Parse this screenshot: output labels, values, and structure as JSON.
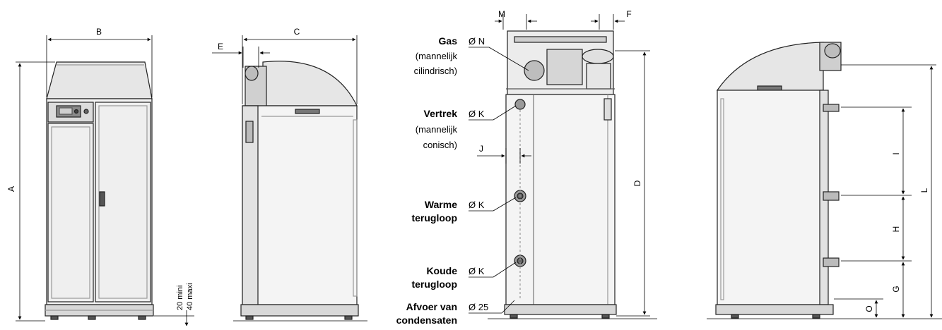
{
  "dims": {
    "A": "A",
    "B": "B",
    "C": "C",
    "D": "D",
    "E": "E",
    "F": "F",
    "G": "G",
    "H": "H",
    "I": "I",
    "J": "J",
    "L": "L",
    "M": "M",
    "O": "O"
  },
  "feet_note": {
    "min": "20 mini",
    "max": "40 maxi"
  },
  "connections": {
    "gas": {
      "title": "Gas",
      "sub1": "(mannelijk",
      "sub2": "cilindrisch)",
      "size": "Ø N"
    },
    "vertrek": {
      "title": "Vertrek",
      "sub1": "(mannelijk",
      "sub2": "conisch)",
      "size": "Ø K"
    },
    "warme": {
      "title1": "Warme",
      "title2": "terugloop",
      "size": "Ø K"
    },
    "koude": {
      "title1": "Koude",
      "title2": "terugloop",
      "size": "Ø K"
    },
    "afvoer": {
      "title1": "Afvoer van",
      "title2": "condensaten",
      "size": "Ø 25"
    }
  }
}
